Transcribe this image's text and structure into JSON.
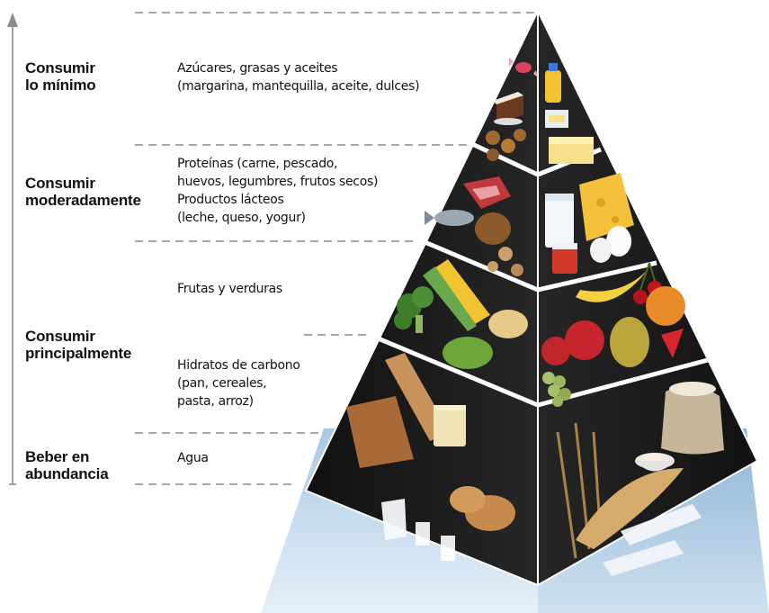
{
  "colors": {
    "pyramid_face": "#1c1c1c",
    "tier_divider": "#ffffff",
    "base_light": "#d6e6f2",
    "base_dark": "#9dbfdb",
    "guide_line": "#8c8c8c"
  },
  "categories": {
    "minimo": {
      "line1": "Consumir",
      "line2": "lo mínimo"
    },
    "moderadamente": {
      "line1": "Consumir",
      "line2": "moderadamente"
    },
    "principalmente": {
      "line1": "Consumir",
      "line2": "principalmente"
    },
    "abundancia": {
      "line1": "Beber en",
      "line2": "abundancia"
    }
  },
  "groups": {
    "azucares": {
      "line1": "Azúcares, grasas y aceites",
      "line2": "(margarina, mantequilla, aceite, dulces)"
    },
    "proteinas": {
      "line1": "Proteínas (carne, pescado,",
      "line2": "huevos, legumbres, frutos secos)",
      "line3": "Productos lácteos",
      "line4": "(leche, queso, yogur)"
    },
    "frutas": {
      "line1": "Frutas y verduras"
    },
    "hidratos": {
      "line1": "Hidratos de carbono",
      "line2": "(pan, cereales,",
      "line3": "pasta, arroz)"
    },
    "agua": {
      "line1": "Agua"
    }
  },
  "food_icons": [
    "candy-icon",
    "oil-bottle-icon",
    "cake-icon",
    "butter-icon",
    "cookies-icon",
    "margarine-icon",
    "meat-icon",
    "fish-icon",
    "nuts-icon",
    "milk-glass-icon",
    "cheese-icon",
    "egg-icon",
    "yogurt-icon",
    "corn-icon",
    "broccoli-icon",
    "pepper-icon",
    "banana-icon",
    "cherry-icon",
    "apple-icon",
    "pear-icon",
    "grapes-icon",
    "strawberry-icon",
    "orange-icon",
    "bread-icon",
    "pasta-jar-icon",
    "grain-sack-icon",
    "wheat-icon",
    "rice-bowl-icon",
    "bread-rolls-icon",
    "water-pitcher-icon",
    "water-glass-icon",
    "water-bottle-icon"
  ]
}
